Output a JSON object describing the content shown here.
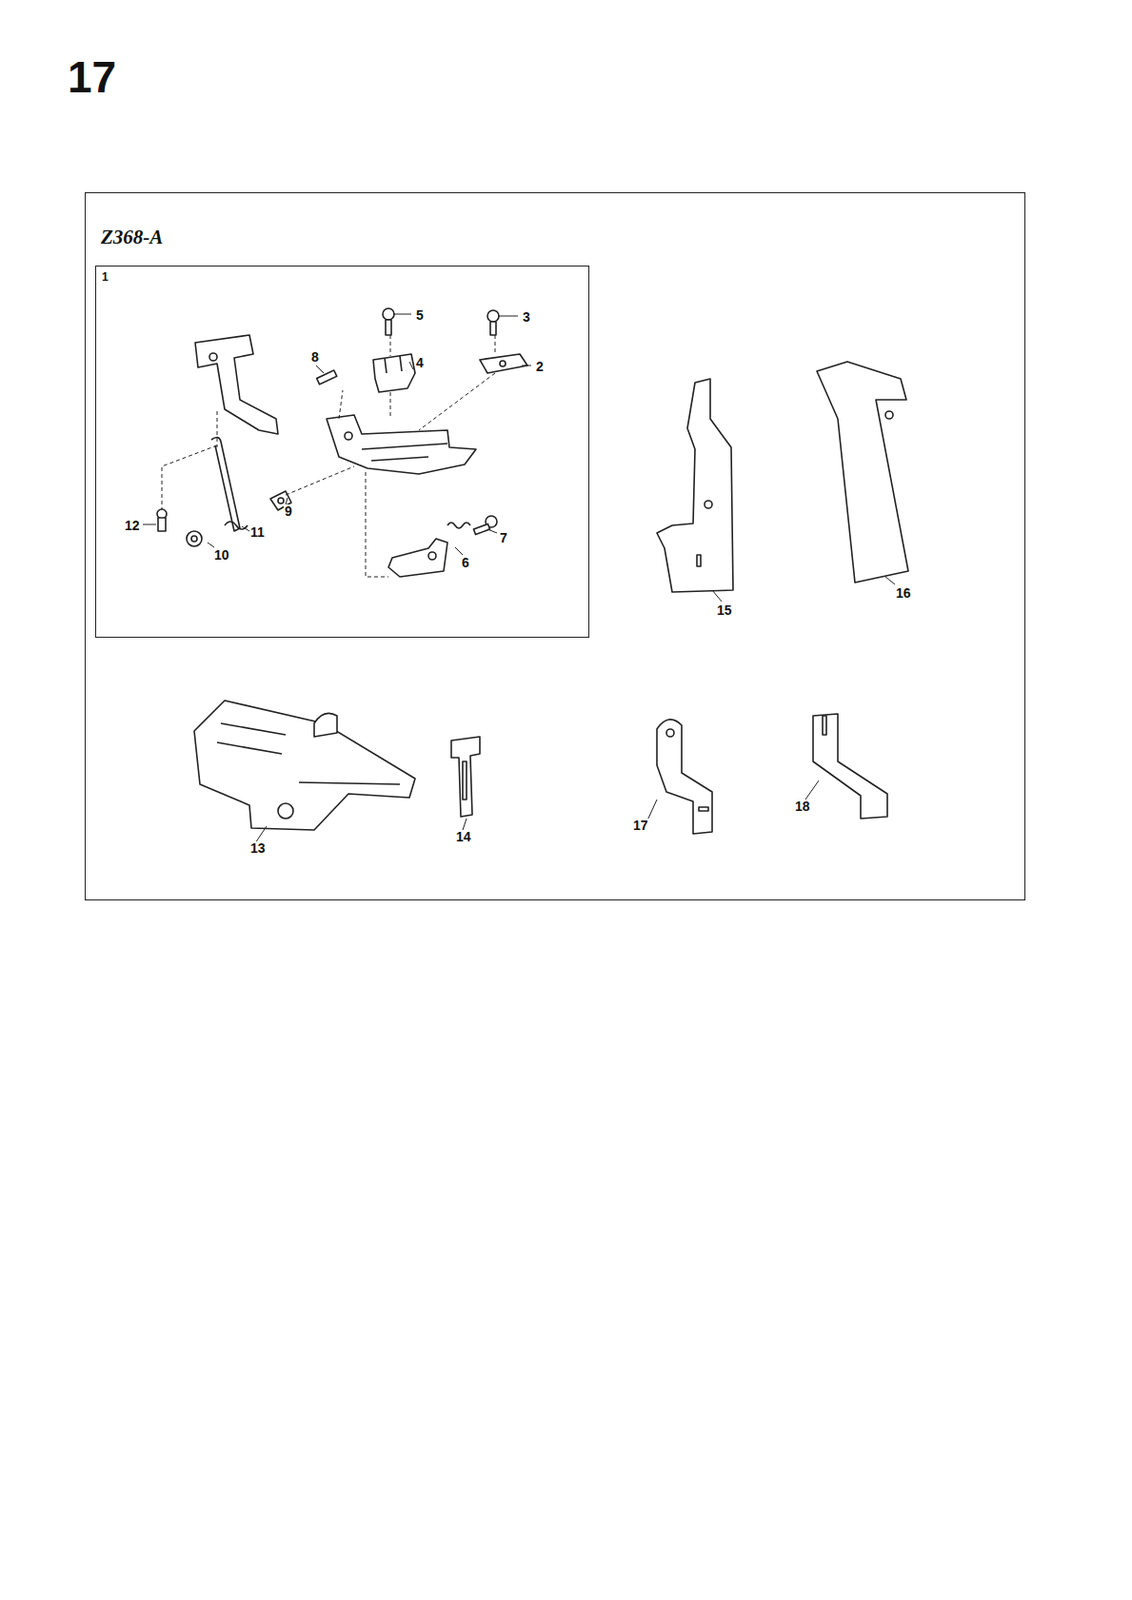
{
  "diagram": {
    "nodes": [
      {
        "text": [
          "Z368-A"
        ]
      },
      {
        "text": [
          "1"
        ],
        "in": 0
      }
    ],
    "labels": [
      "17",
      "5",
      "3",
      "8",
      "4",
      "2",
      "9",
      "11",
      "12",
      "10",
      "6",
      "7",
      "15",
      "16",
      "13",
      "14",
      "17",
      "18"
    ]
  }
}
